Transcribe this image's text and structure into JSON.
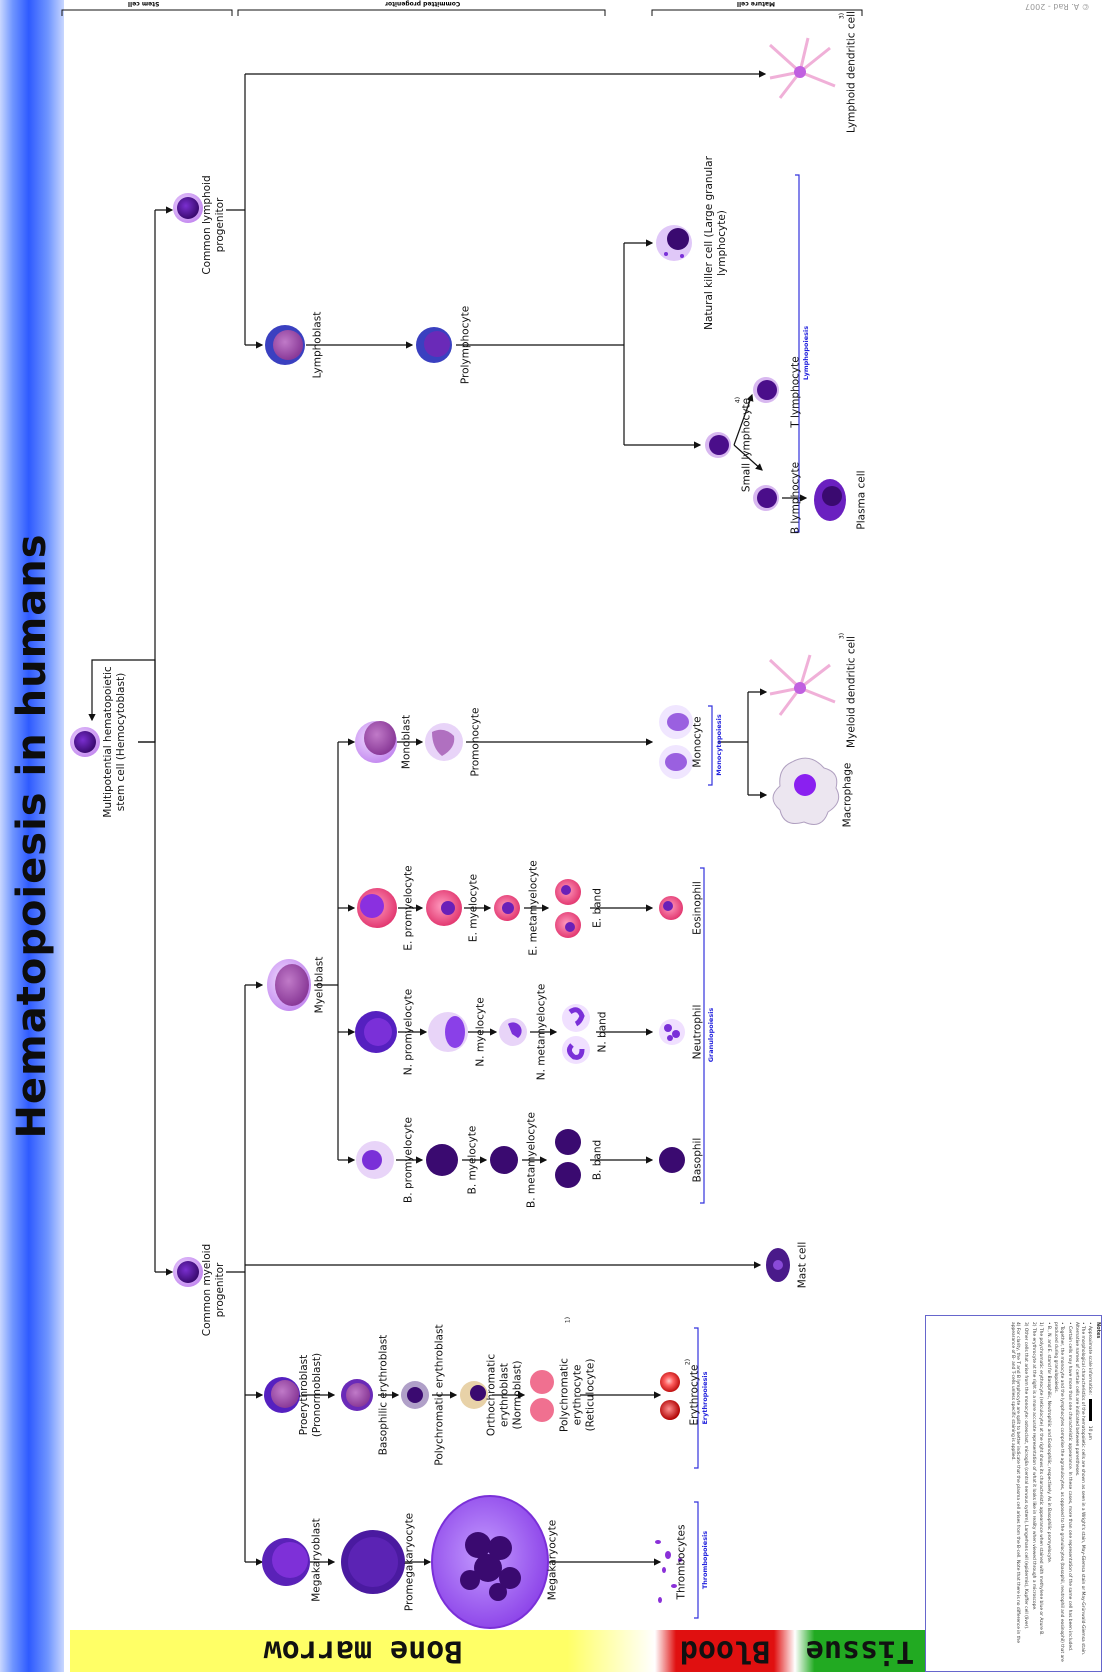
{
  "title": "Hematopoiesis in humans",
  "copyright": "© A. Rad - 2007",
  "stages": {
    "stem": "Stem cell",
    "committed": "Committed progenitor",
    "mature": "Mature cell"
  },
  "bands": {
    "marrow": "Bone marrow",
    "blood": "Blood",
    "tissue": "Tissue"
  },
  "cells": {
    "stem_cell": "Multipotential hematopoietic stem cell (Hemocytoblast)",
    "myeloid_progenitor": "Common myeloid progenitor",
    "lymphoid_progenitor": "Common lymphoid progenitor",
    "megakaryoblast": "Megakaryoblast",
    "promegakaryocyte": "Promegakaryocyte",
    "megakaryocyte": "Megakaryocyte",
    "thrombocytes": "Thrombocytes",
    "proerythroblast": "Proerythroblast (Pronormoblast)",
    "basophilic_erythroblast": "Basophilic erythroblast",
    "polychromatic_erythroblast": "Polychromatic erythroblast",
    "orthochromatic_erythroblast": "Orthochromatic erythroblast (Normoblast)",
    "reticulocyte": "Polychromatic erythrocyte (Reticulocyte)",
    "erythrocyte": "Erythrocyte",
    "mast_cell": "Mast cell",
    "myeloblast": "Myeloblast",
    "b_promyelocyte": "B. promyelocyte",
    "b_myelocyte": "B. myelocyte",
    "b_metamyelocyte": "B. metamyelocyte",
    "b_band": "B. band",
    "basophil": "Basophil",
    "n_promyelocyte": "N. promyelocyte",
    "n_myelocyte": "N. myelocyte",
    "n_metamyelocyte": "N. metamyelocyte",
    "n_band": "N. band",
    "neutrophil": "Neutrophil",
    "e_promyelocyte": "E. promyelocyte",
    "e_myelocyte": "E. myelocyte",
    "e_metamyelocyte": "E. metamyelocyte",
    "e_band": "E. band",
    "eosinophil": "Eosinophil",
    "monoblast": "Monoblast",
    "promonocyte": "Promonocyte",
    "monocyte": "Monocyte",
    "macrophage": "Macrophage",
    "myeloid_dendritic": "Myeloid dendritic cell",
    "lymphoblast": "Lymphoblast",
    "prolymphocyte": "Prolymphocyte",
    "nk_cell": "Natural killer cell (Large granular lymphocyte)",
    "small_lymphocyte": "Small lymphocyte",
    "b_lymphocyte": "B lymphocyte",
    "t_lymphocyte": "T lymphocyte",
    "plasma_cell": "Plasma cell",
    "lymphoid_dendritic": "Lymphoid dendritic cell"
  },
  "footnote_marks": {
    "reticulocyte": "1)",
    "erythrocyte": "2)",
    "myeloid_dendritic": "3)",
    "lymphoid_dendritic": "3)",
    "small_lymphocyte": "4)"
  },
  "poiesis": {
    "thrombopoiesis": "Thrombopoiesis",
    "erythropoiesis": "Erythropoiesis",
    "granulopoiesis": "Granulopoiesis",
    "monocytopoiesis": "Monocytopoiesis",
    "lymphopoiesis": "Lymphopoiesis"
  },
  "notes": {
    "heading": "Notes",
    "scale_label": "Approximate scale information:",
    "scale_unit": "10 μm",
    "items": [
      "The morphological characteristics of the hematopoietic cells are shown as seen in a Wright's stain, May-Giemsa stain or May-Grünwald-Giemsa stain. Alternative names of certain cells are indicated between parentheses.",
      "Certain cells may have more than one characteristic appearance. In these cases, more than one representation of the same cell has been included.",
      "Together, the monocyte and the lymphocytes comprise the agranulocytes, as opposed to the granulocytes (basophil, neutrophil and eosinophil) that are produced during granulopoiesis.",
      "B., N. and E. stand for Basophilic, Neutrophilic and Eosinophilic, respectively. As in Basophilic promyelocyte.",
      "1) The polychromatic erythrocyte (reticulocyte) at the right shows its characteristic appearance when stained with methylene blue or Azure B.",
      "2) The erythrocyte at the right is a more accurate representation of what it looks like in reality when viewed through a microscope.",
      "3) Other cells that arise from the monocyte: osteoclast, microglia (central nervous system), Langerhans cell (epidermis), Kupffer cell (liver).",
      "4) For clarity, the T and B lymphocyte are split to better indicate that the plasma cell arises from the B-cell. Note that there is no difference in the appearance of B- and T-cells unless specific staining is applied."
    ]
  },
  "colors": {
    "title_band": "#2f5bff",
    "marrow": "#ffff66",
    "blood": "#e01010",
    "tissue": "#22aa22",
    "poiesis_text": "#2222dd",
    "cell_nucleus": "#4b0f8a",
    "cell_cytoplasm": "#c58cf0",
    "erythrocyte": "#e02020"
  }
}
